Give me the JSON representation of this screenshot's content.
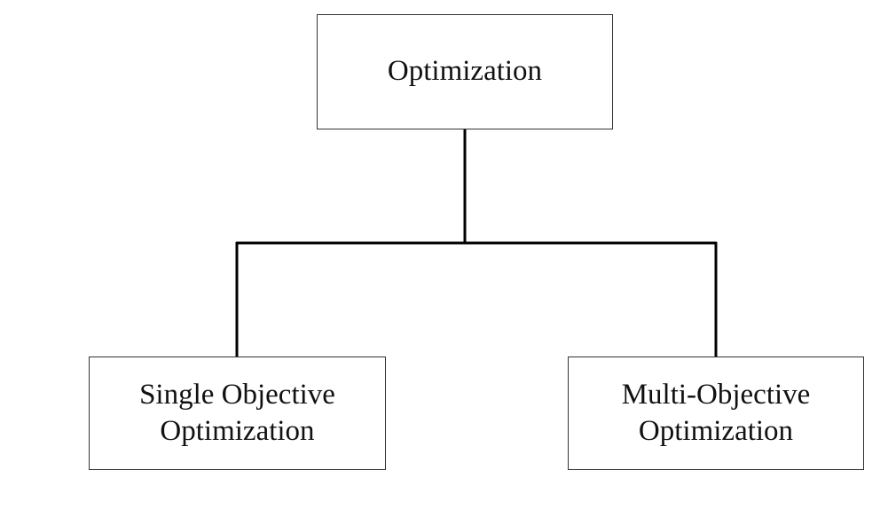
{
  "diagram": {
    "root": {
      "label": "Optimization"
    },
    "children": [
      {
        "line1": "Single Objective",
        "line2": "Optimization"
      },
      {
        "line1": "Multi-Objective",
        "line2": "Optimization"
      }
    ],
    "colors": {
      "line": "#000000",
      "border": "#333333",
      "text": "#111111",
      "background": "#ffffff"
    }
  }
}
